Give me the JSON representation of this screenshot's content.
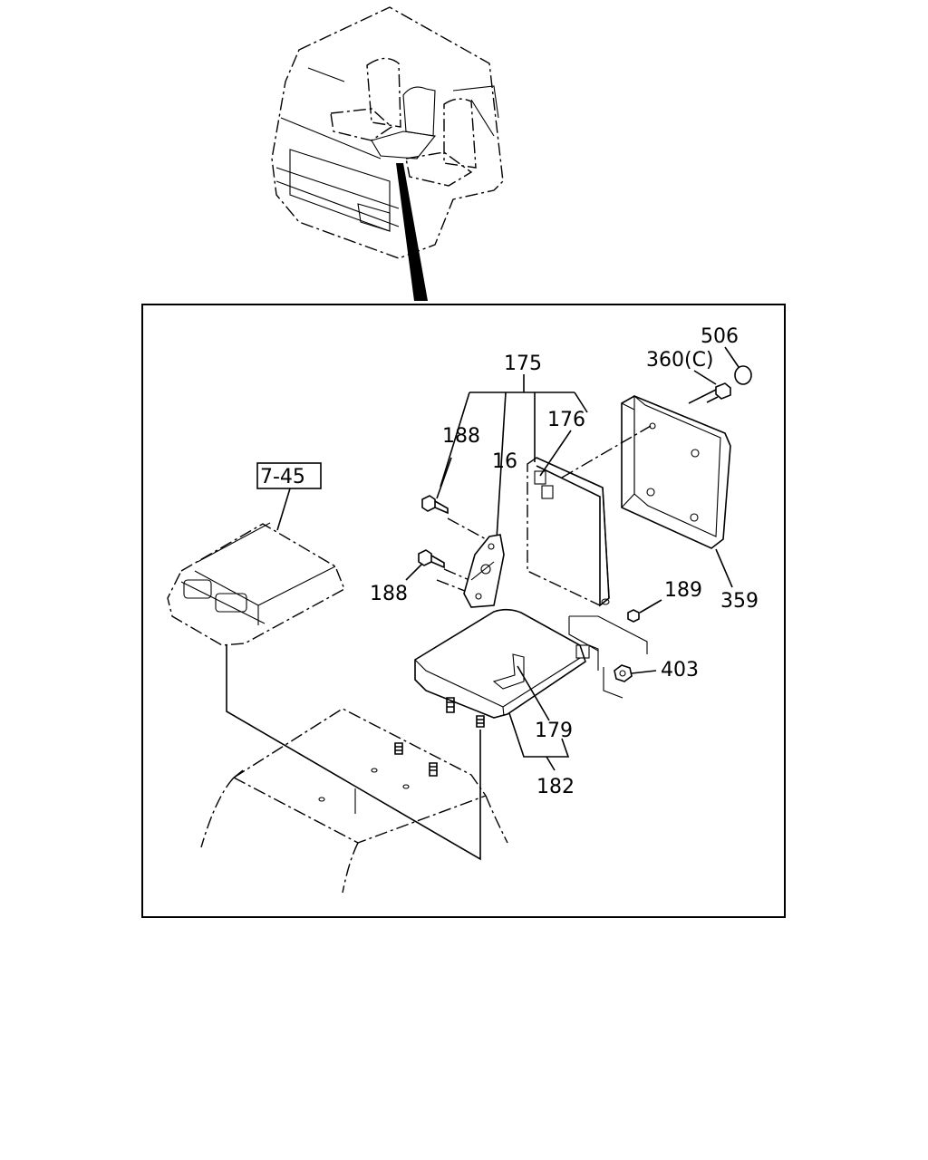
{
  "callouts": {
    "ref_box": "7-45",
    "c175": "175",
    "c176": "176",
    "c188_top": "188",
    "c188_bottom": "188",
    "c16": "16",
    "c506": "506",
    "c360": "360(C)",
    "c189": "189",
    "c359": "359",
    "c403": "403",
    "c179": "179",
    "c182": "182"
  }
}
